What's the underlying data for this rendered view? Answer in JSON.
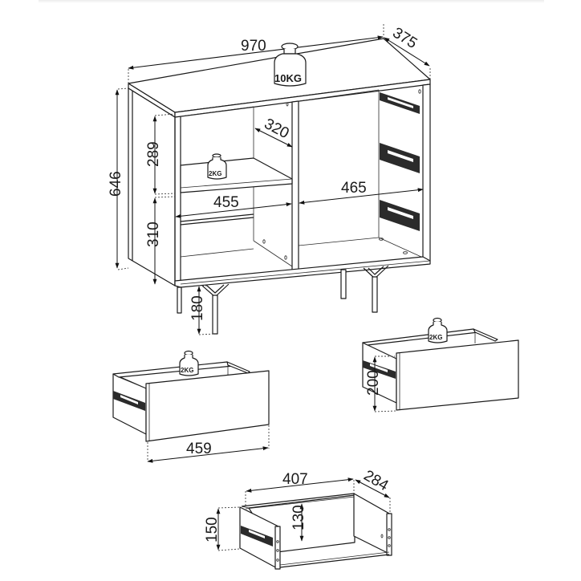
{
  "diagram": {
    "subject": "Sideboard with drawers – technical dimension drawing",
    "units": "mm",
    "sideboard": {
      "width": "970",
      "depth": "375",
      "total_height": "646",
      "upper_shelf_height": "289",
      "lower_shelf_height": "310",
      "shelf_depth": "320",
      "left_compartment_width": "455",
      "right_compartment_width": "465",
      "leg_height": "180",
      "top_load": "10KG",
      "shelf_load": "2KG"
    },
    "drawer_front_left": {
      "width": "459",
      "load": "2KG"
    },
    "drawer_front_right": {
      "height": "200",
      "load": "2KG"
    },
    "drawer_box": {
      "width": "407",
      "depth": "284",
      "inner_height": "130",
      "side_height": "150"
    }
  }
}
